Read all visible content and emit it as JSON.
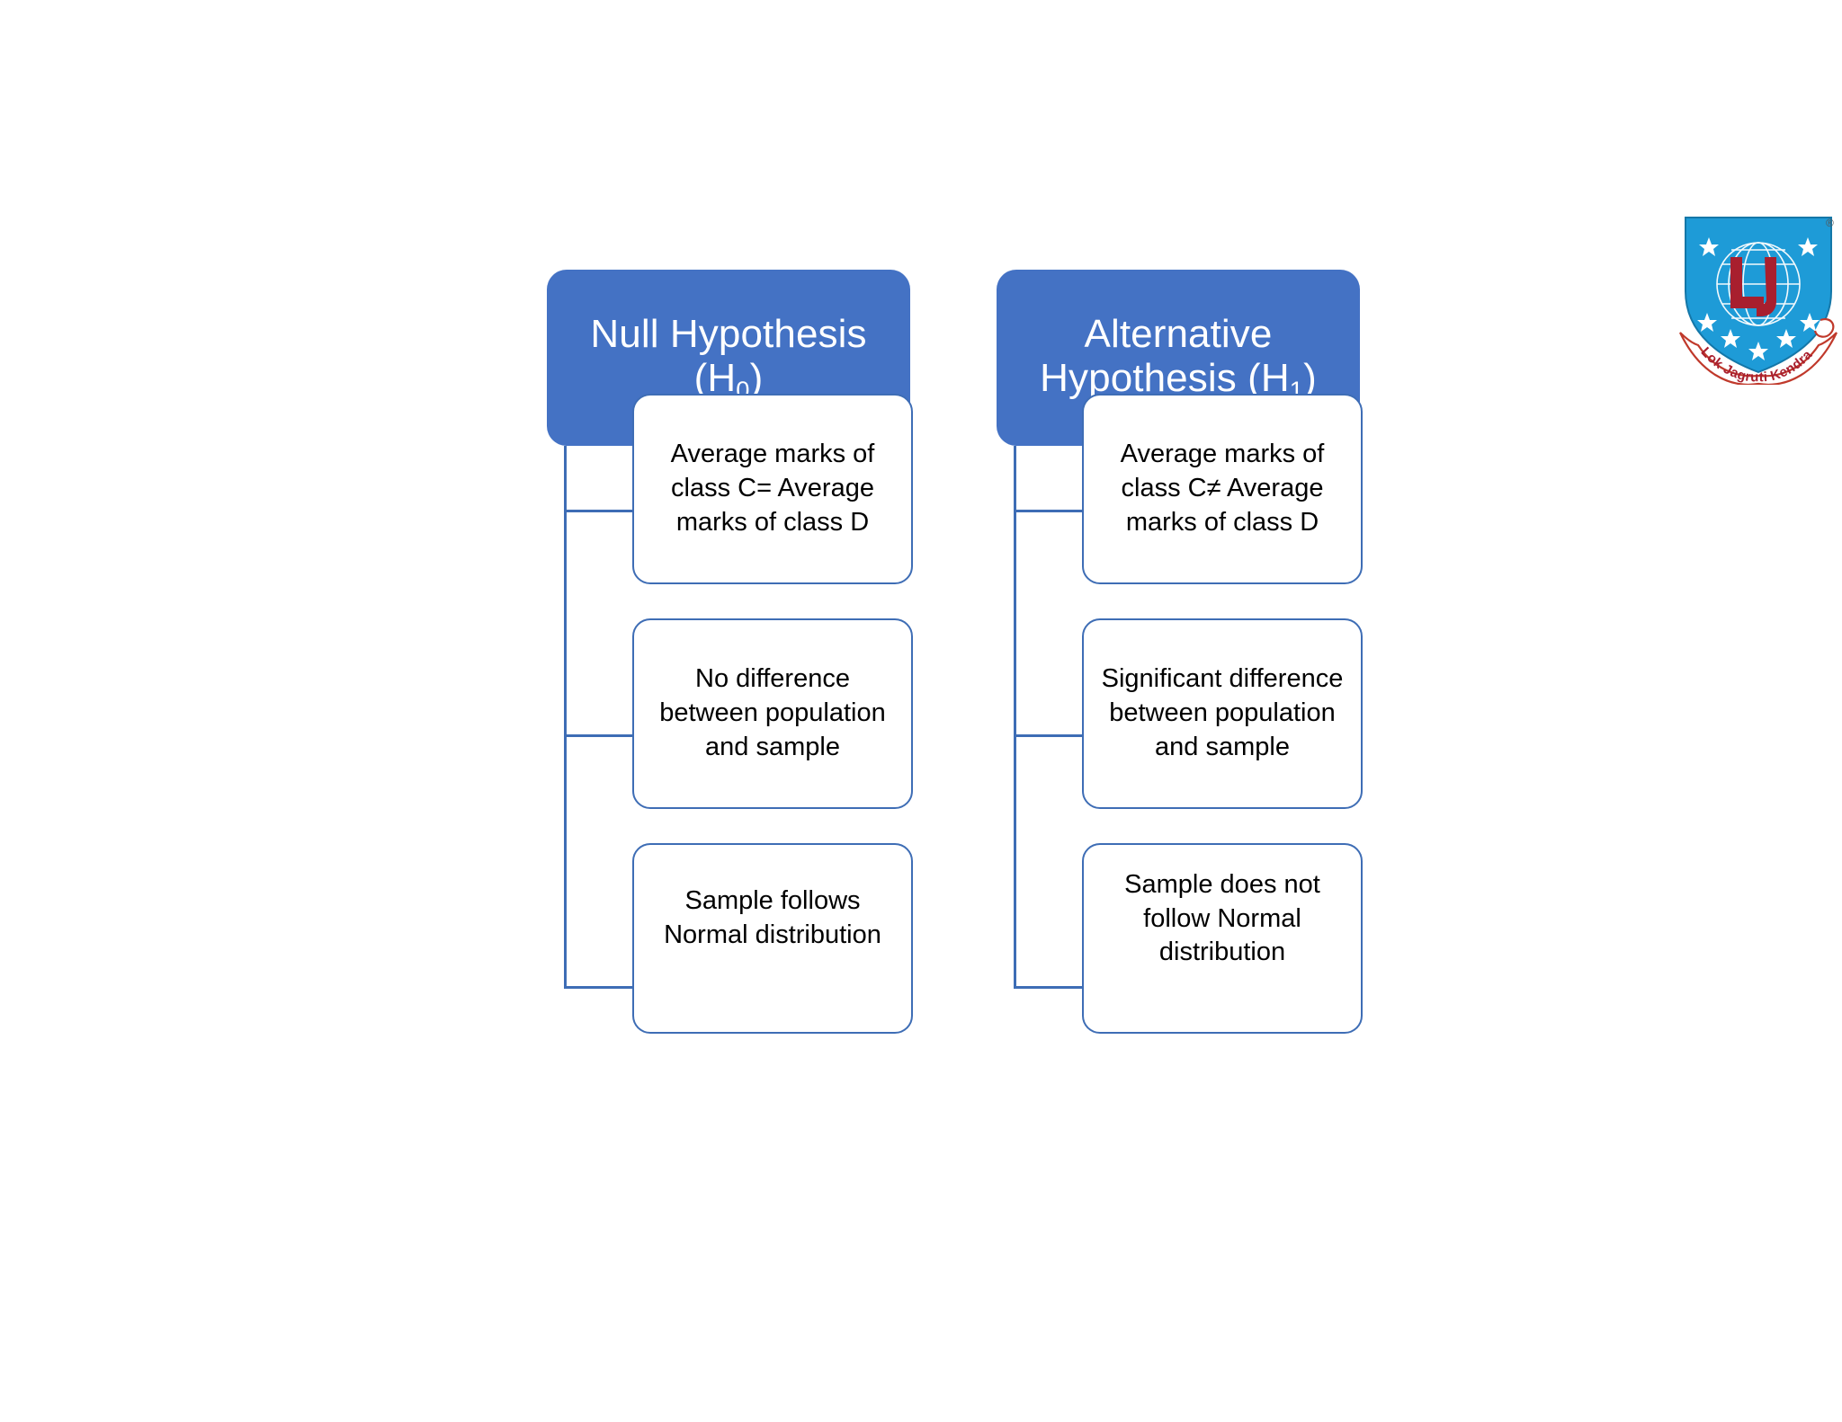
{
  "diagram": {
    "type": "two-column-hierarchy",
    "branches": [
      {
        "id": "null-hypothesis",
        "header_line1": "Null Hypothesis",
        "header_line2_prefix": "(H",
        "header_sub": "0",
        "header_line2_suffix": ")",
        "header_text": "Null Hypothesis (H0)",
        "children": [
          "Average marks of class C= Average marks of class D",
          "No difference between population and sample",
          "Sample follows Normal distribution"
        ]
      },
      {
        "id": "alternative-hypothesis",
        "header_line1": "Alternative",
        "header_line2_prefix": "Hypothesis (H",
        "header_sub": "1",
        "header_line2_suffix": ")",
        "header_text": "Alternative Hypothesis (H1)",
        "children": [
          "Average marks of class C≠ Average marks of class D",
          "Significant difference between population and sample",
          "Sample does not follow Normal distribution"
        ]
      }
    ]
  },
  "logo": {
    "name": "lok-jagruti-kendra-logo",
    "monogram": "LJ",
    "ribbon_text": "Lok Jagruti Kendra",
    "trademark": "®",
    "shield_color": "#1E9BD7",
    "monogram_color": "#A81F2E",
    "ribbon_outline_color": "#C0392B"
  },
  "colors": {
    "header_fill": "#4472C4",
    "header_text": "#FFFFFF",
    "box_border": "#3E6DB5",
    "box_fill": "#FFFFFF",
    "box_text": "#000000",
    "connector": "#3E6DB5",
    "background": "#FFFFFF"
  }
}
